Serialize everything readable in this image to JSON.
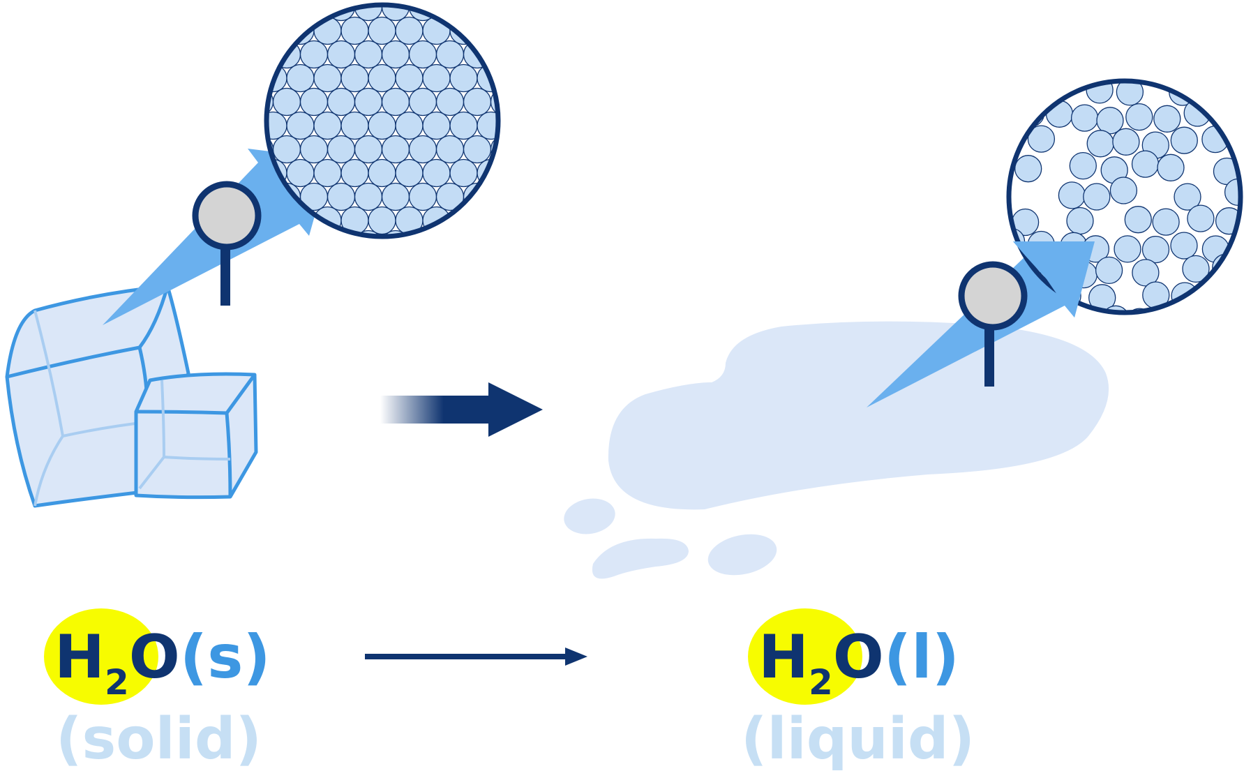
{
  "colors": {
    "navy": "#0f3470",
    "light_blue": "#dbe7f8",
    "medium_blue": "#6ab0ee",
    "outline_blue": "#3d97e2",
    "particle_fill": "#c3dcf5",
    "pale_text": "#c6dff4",
    "highlight": "#f7fc00",
    "lens_grey": "#d4d4d4"
  },
  "icons": [
    "magnifier-icon",
    "magnifier-icon",
    "arrow-right-icon",
    "arrow-right-icon"
  ],
  "solid": {
    "formula_h": "H",
    "formula_sub": "2",
    "formula_o": "O",
    "state": "(s)",
    "state_label": "(solid)"
  },
  "liquid": {
    "formula_h": "H",
    "formula_sub": "2",
    "formula_o": "O",
    "state": "(l)",
    "state_label": "(liquid)"
  }
}
